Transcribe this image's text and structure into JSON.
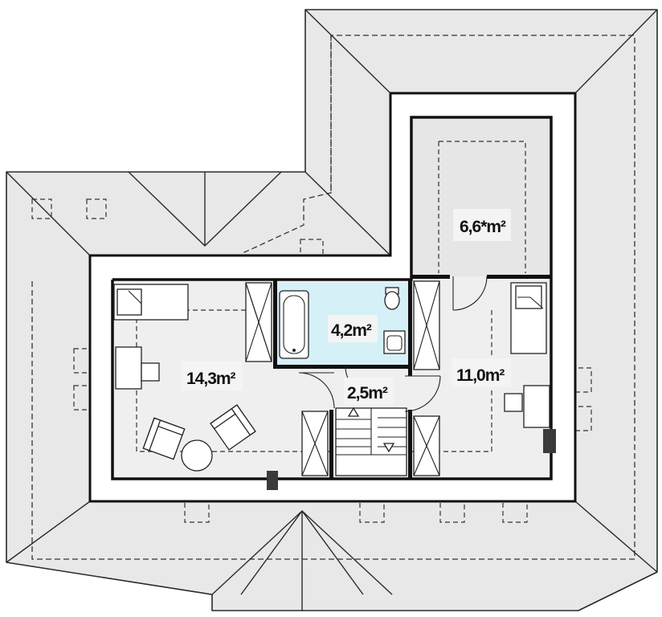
{
  "rooms": [
    {
      "id": "attic",
      "area": "6,6*m²"
    },
    {
      "id": "bathroom",
      "area": "4,2m²"
    },
    {
      "id": "hall",
      "area": "2,5m²"
    },
    {
      "id": "bedroom-left",
      "area": "14,3m²"
    },
    {
      "id": "bedroom-right",
      "area": "11,0m²"
    }
  ],
  "colors": {
    "roof": "#e8e8e8",
    "floor": "#efefef",
    "bathroom": "#d6f0f8",
    "wall": "#111111"
  }
}
